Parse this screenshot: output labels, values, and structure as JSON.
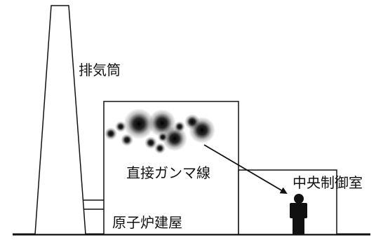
{
  "labels": {
    "stack": "排気筒",
    "direct_gamma": "直接ガンマ線",
    "control_room": "中央制御室",
    "reactor_building": "原子炉建屋"
  },
  "colors": {
    "line": "#111111",
    "background": "#ffffff"
  }
}
